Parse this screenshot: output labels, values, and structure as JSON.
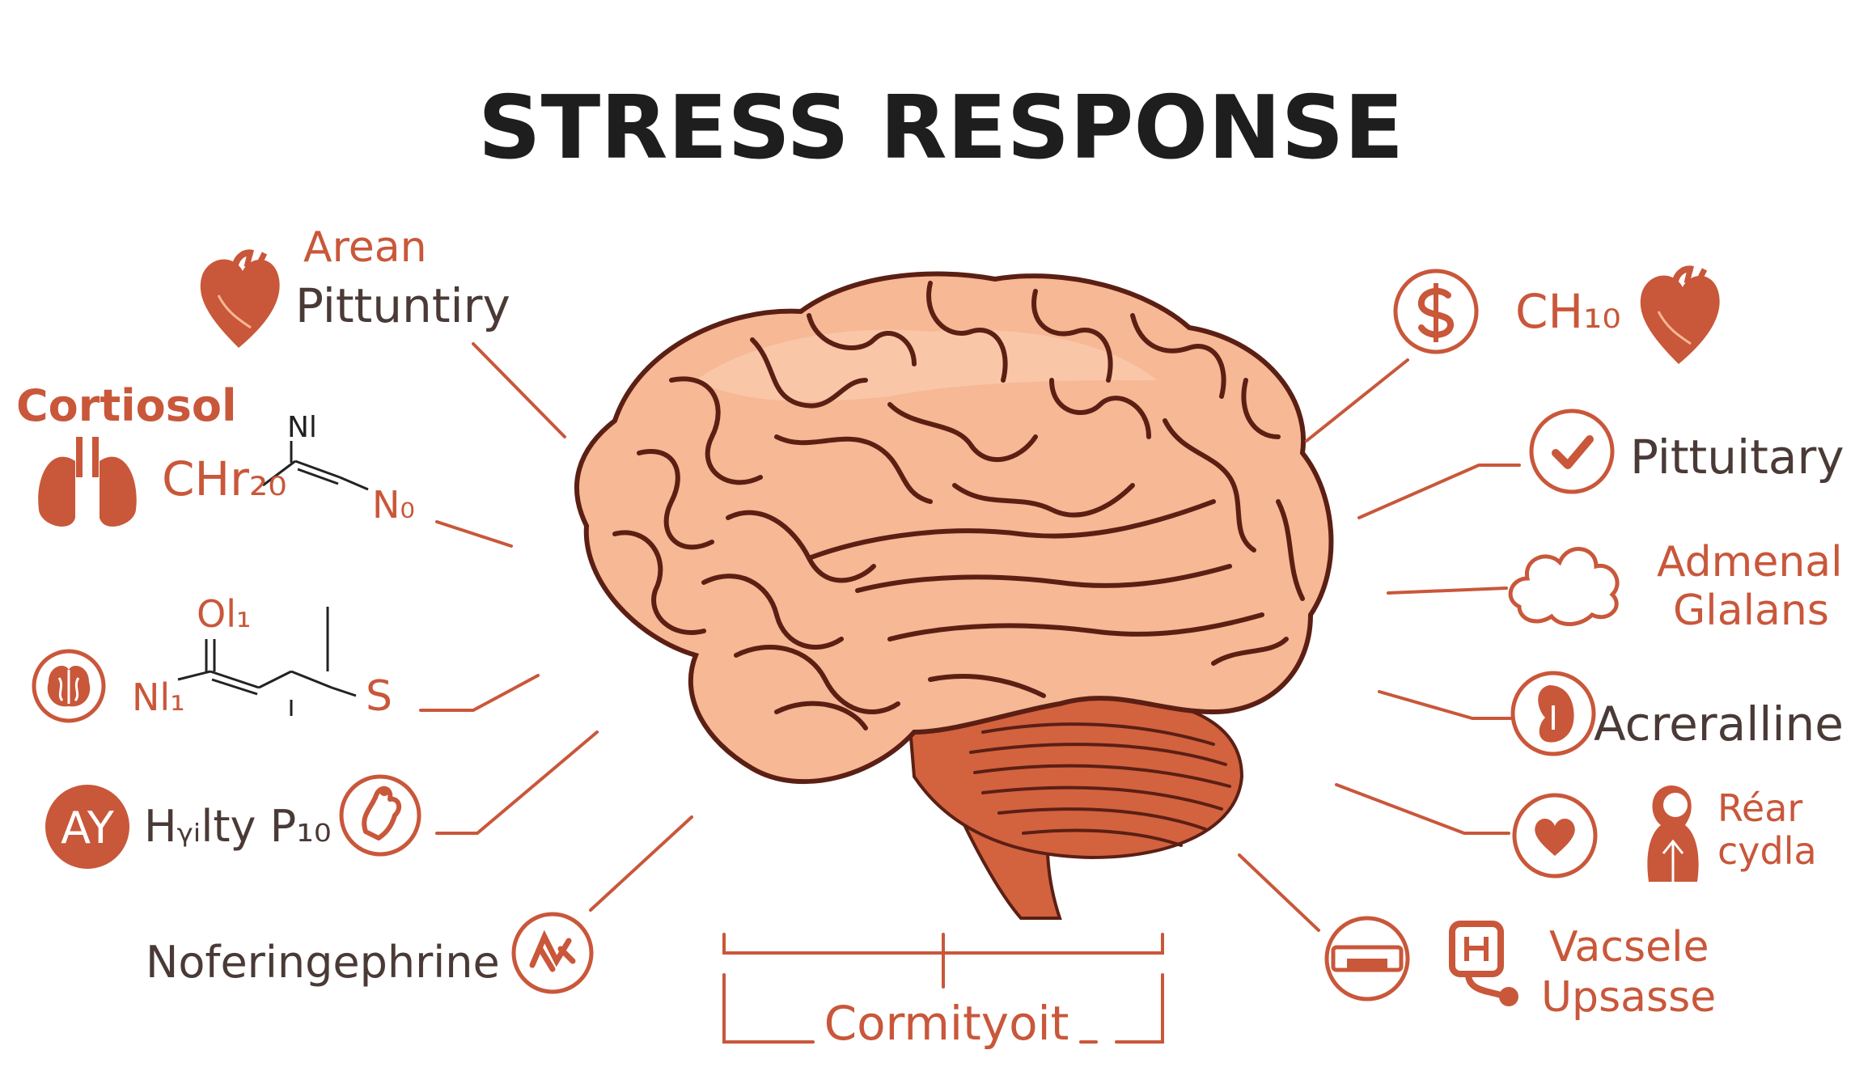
{
  "title": "STRESS RESPONSE",
  "colors": {
    "accent": "#c9573a",
    "brain_fill": "#f6b895",
    "brain_fold": "#5b1f14",
    "cerebellum": "#d3623f",
    "label_dark": "#4a3a36",
    "title": "#1e1e1e"
  },
  "left_labels": {
    "arean": "Arean",
    "pituntiry": "Pittuntiry",
    "cortiosol": "Cortiosol",
    "ch_formula": "CHr₂₀",
    "n_top": "Nl",
    "n_right": "N₀",
    "o_top": "Ol₁",
    "n_left": "Nl₁",
    "s_right": "S",
    "ay_badge": "AY",
    "hlty": "Hᵧᵢlty P₁₀",
    "noferingephrine": "Noferingephrine"
  },
  "right_labels": {
    "ch10": "CH₁₀",
    "pituitary": "Pittuitary",
    "admenal_1": "Admenal",
    "admenal_2": "Glalans",
    "acreralline": "Acreralline",
    "rear_1": "Réar",
    "rear_2": "cydla",
    "vacsele_1": "Vacsele",
    "vacsele_2": "Upsasse"
  },
  "bottom_label": "Cormityoit",
  "icons": {
    "left": [
      "heart-icon",
      "lungs-icon",
      "brain-circle-icon",
      "ay-badge-icon",
      "hand-circle-icon",
      "nerve-circle-icon"
    ],
    "right": [
      "dollar-circle-icon",
      "heart-icon",
      "check-circle-icon",
      "cloud-gland-icon",
      "kidney-circle-icon",
      "heart-circle-icon",
      "woman-icon",
      "pill-circle-icon",
      "vessel-icon"
    ]
  }
}
